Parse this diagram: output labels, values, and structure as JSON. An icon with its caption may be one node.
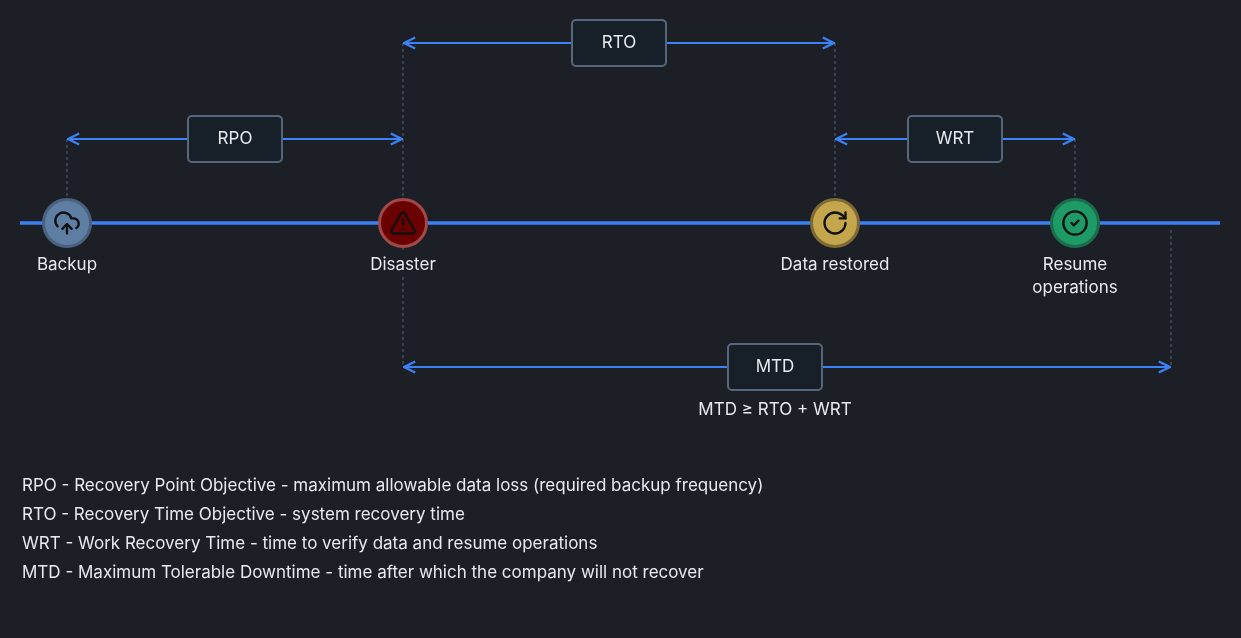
{
  "diagram": {
    "nodes": [
      {
        "text": [
          "Backup"
        ]
      },
      {
        "text": [
          "Disaster"
        ]
      },
      {
        "text": [
          "Data restored"
        ]
      },
      {
        "text": [
          "Resume operations"
        ]
      },
      {
        "text": [
          "RPO"
        ]
      },
      {
        "text": [
          "RTO"
        ]
      },
      {
        "text": [
          "WRT"
        ]
      },
      {
        "text": [
          "MTD"
        ],
        "beside": [
          "MTD ≥ RTO + WRT"
        ]
      }
    ],
    "labels": [
      "RPO - Recovery Point Objective - maximum allowable data loss (required backup frequency)",
      "RTO - Recovery Time Objective - system recovery time",
      "WRT - Work Recovery Time - time to verify data and resume operations",
      "MTD - Maximum Tolerable Downtime - time after which the company will not recover"
    ]
  }
}
